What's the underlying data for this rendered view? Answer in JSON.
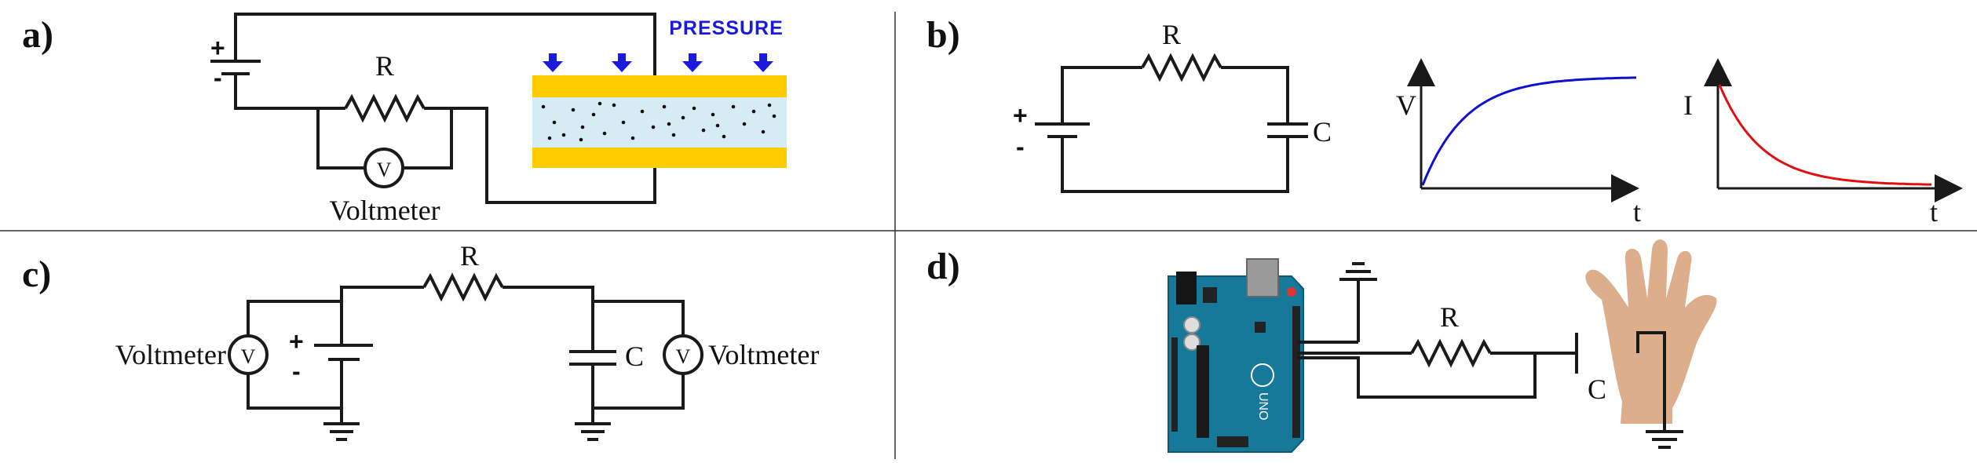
{
  "panels": {
    "a": {
      "label": "a)",
      "battery_plus": "+",
      "battery_minus": "-",
      "resistor_label": "R",
      "voltmeter_symbol": "V",
      "voltmeter_label": "Voltmeter",
      "pressure_label": "PRESSURE",
      "colors": {
        "electrode": "#ffcc00",
        "dielectric": "#d6ecf4",
        "arrow": "#1a1adc"
      }
    },
    "b": {
      "label": "b)",
      "battery_plus": "+",
      "battery_minus": "-",
      "resistor_label": "R",
      "capacitor_label": "C",
      "voltage_graph": {
        "ylabel": "V",
        "xlabel": "t",
        "color": "#1010d0",
        "curve": "charging"
      },
      "current_graph": {
        "ylabel": "I",
        "xlabel": "t",
        "color": "#e01010",
        "curve": "discharging"
      }
    },
    "c": {
      "label": "c)",
      "battery_plus": "+",
      "battery_minus": "-",
      "resistor_label": "R",
      "capacitor_label": "C",
      "left_voltmeter_symbol": "V",
      "left_voltmeter_label": "Voltmeter",
      "right_voltmeter_symbol": "V",
      "right_voltmeter_label": "Voltmeter"
    },
    "d": {
      "label": "d)",
      "resistor_label": "R",
      "capacitor_label": "C",
      "board_logo": "UNO",
      "colors": {
        "board": "#17799a",
        "skin": "#dcae8c"
      }
    }
  }
}
